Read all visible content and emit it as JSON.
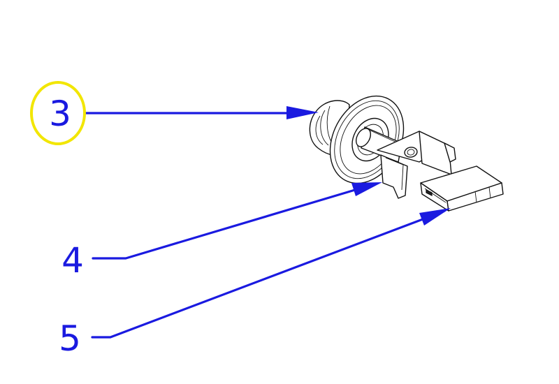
{
  "callouts": [
    {
      "id": "3",
      "label": "3",
      "highlighted": true
    },
    {
      "id": "4",
      "label": "4",
      "highlighted": false
    },
    {
      "id": "5",
      "label": "5",
      "highlighted": false
    }
  ],
  "colors": {
    "callout": "#1a1ae0",
    "highlight": "#f2e600",
    "linework": "#111111",
    "background": "#ffffff"
  }
}
